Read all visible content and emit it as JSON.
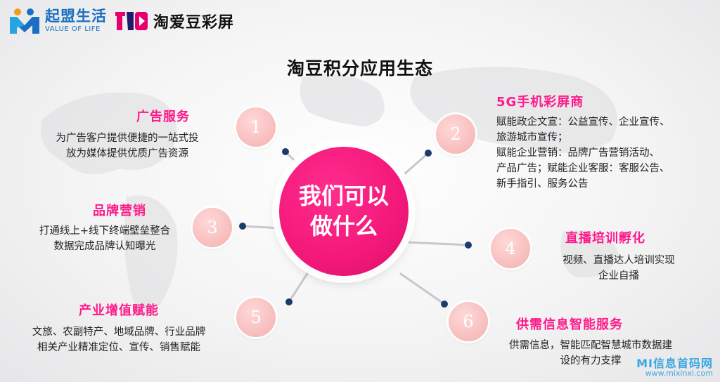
{
  "header": {
    "brand_cn": "起盟生活",
    "brand_en": "VALUE OF LIFE",
    "partner_name": "淘爱豆彩屏"
  },
  "title": "淘豆积分应用生态",
  "center": {
    "line1": "我们可以",
    "line2": "做什么"
  },
  "colors": {
    "accent": "#ff1a8a",
    "center_fill": "#f3187a",
    "number_fill": "#f7bcbc",
    "brand_blue": "#1a6fc0",
    "dot": "#1d3b6a"
  },
  "nodes": [
    {
      "number": "1",
      "title": "广告服务",
      "lines": [
        "为广告客户提供便捷的一站式投",
        "放为媒体提供优质广告资源"
      ]
    },
    {
      "number": "2",
      "title": "5G手机彩屏商",
      "lines": [
        "赋能政企文宣：公益宣传、企业宣传、",
        "旅游城市宣传；",
        "赋能企业营销：品牌广告营销活动、",
        "产品广告；赋能企业客服：客服公告、",
        "新手指引、服务公告"
      ]
    },
    {
      "number": "3",
      "title": "品牌营销",
      "lines": [
        "打通线上+线下终端壁垒整合",
        "数据完成品牌认知曝光"
      ]
    },
    {
      "number": "4",
      "title": "直播培训孵化",
      "lines": [
        "视频、直播达人培训实现",
        "企业自播"
      ]
    },
    {
      "number": "5",
      "title": "产业增值赋能",
      "lines": [
        "文旅、农副特产、地域品牌、行业品牌",
        "相关产业精准定位、宣传、销售赋能"
      ]
    },
    {
      "number": "6",
      "title": "供需信息智能服务",
      "lines": [
        "供需信息，智能匹配智慧城市数据建",
        "设的有力支撑"
      ]
    }
  ],
  "watermark": {
    "name": "MI信息首码网",
    "url": "www.mixinxi.com"
  }
}
